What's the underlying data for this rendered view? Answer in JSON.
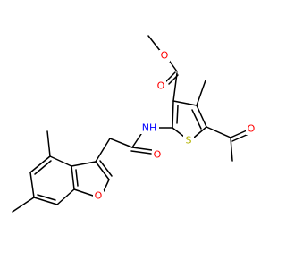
{
  "molecule": {
    "colors": {
      "bond": "#000000",
      "O": "#ff0000",
      "N": "#0000ff",
      "S": "#b2b200"
    },
    "atom_labels": {
      "o_ester_carbonyl": "O",
      "o_ester": "O",
      "o_acetyl": "O",
      "o_amide": "O",
      "o_furan": "O",
      "n_amide": "NH",
      "s_thiophene": "S"
    }
  }
}
